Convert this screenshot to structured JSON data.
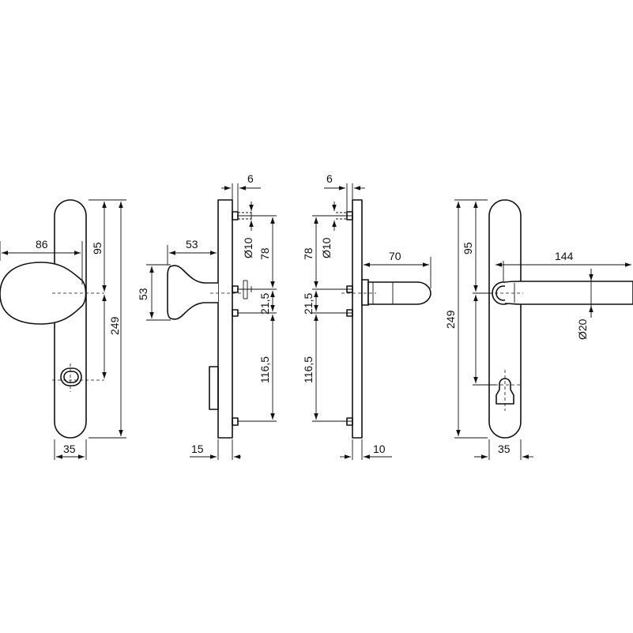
{
  "views": {
    "knob_front": {
      "width": "86",
      "top_to_center": "95",
      "overall_height": "249",
      "plate_width": "35"
    },
    "knob_side": {
      "projection": "53",
      "knob_diameter": "53",
      "offset_top": "6",
      "screw_diameter": "Ø10",
      "upper_spacing": "78",
      "middle_spacing": "21,5",
      "lower_spacing": "116,5",
      "plate_thickness": "15"
    },
    "lever_side": {
      "offset_top": "6",
      "screw_diameter": "Ø10",
      "upper_spacing": "78",
      "middle_spacing": "21,5",
      "lower_spacing": "116,5",
      "lever_projection": "70",
      "plate_thickness": "10"
    },
    "lever_front": {
      "overall_height": "249",
      "top_to_center": "95",
      "lever_length": "144",
      "lever_diameter": "Ø20",
      "plate_width": "35"
    }
  }
}
